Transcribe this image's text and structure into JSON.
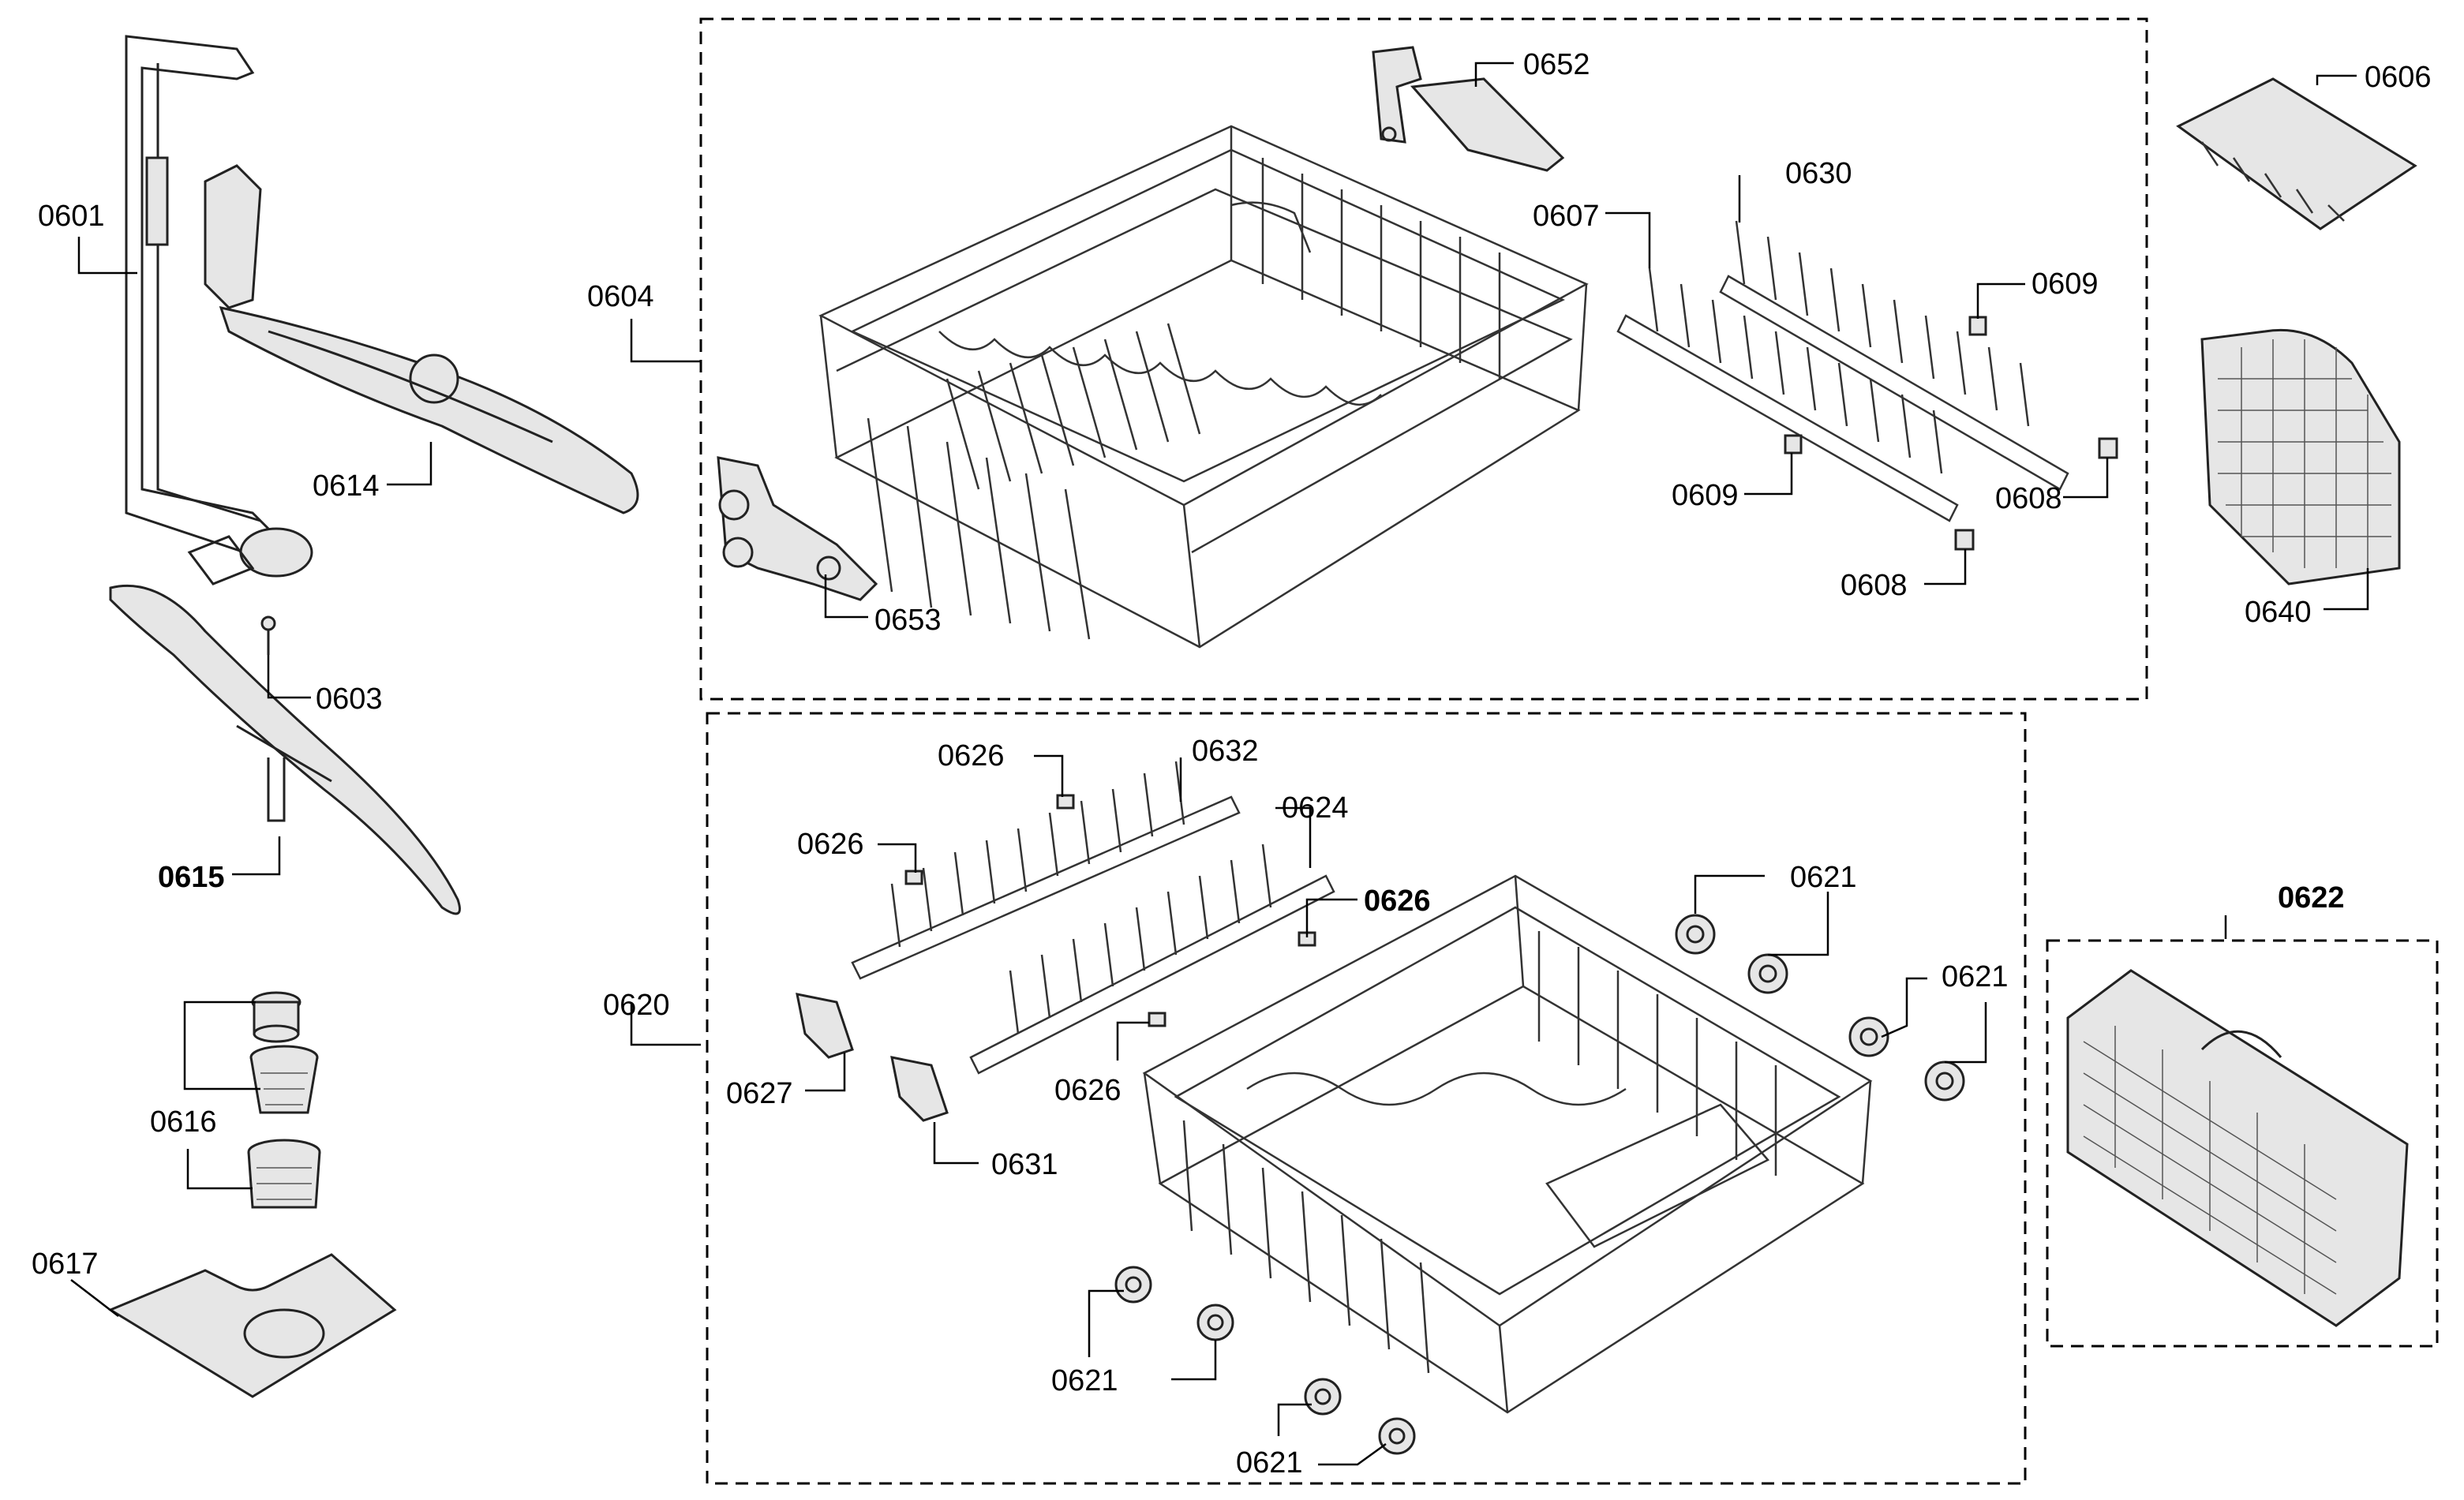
{
  "labels": {
    "l0601": "0601",
    "l0614": "0614",
    "l0603": "0603",
    "l0615": "0615",
    "l0616": "0616",
    "l0617": "0617",
    "l0604": "0604",
    "l0652": "0652",
    "l0607": "0607",
    "l0630": "0630",
    "l0609a": "0609",
    "l0609b": "0609",
    "l0608a": "0608",
    "l0608b": "0608",
    "l0653": "0653",
    "l0606": "0606",
    "l0640": "0640",
    "l0620": "0620",
    "l0626a": "0626",
    "l0626b": "0626",
    "l0626c": "0626",
    "l0626d": "0626",
    "l0632": "0632",
    "l0624": "0624",
    "l0621a": "0621",
    "l0621b": "0621",
    "l0621c": "0621",
    "l0621d": "0621",
    "l0627": "0627",
    "l0631": "0631",
    "l0622": "0622"
  }
}
